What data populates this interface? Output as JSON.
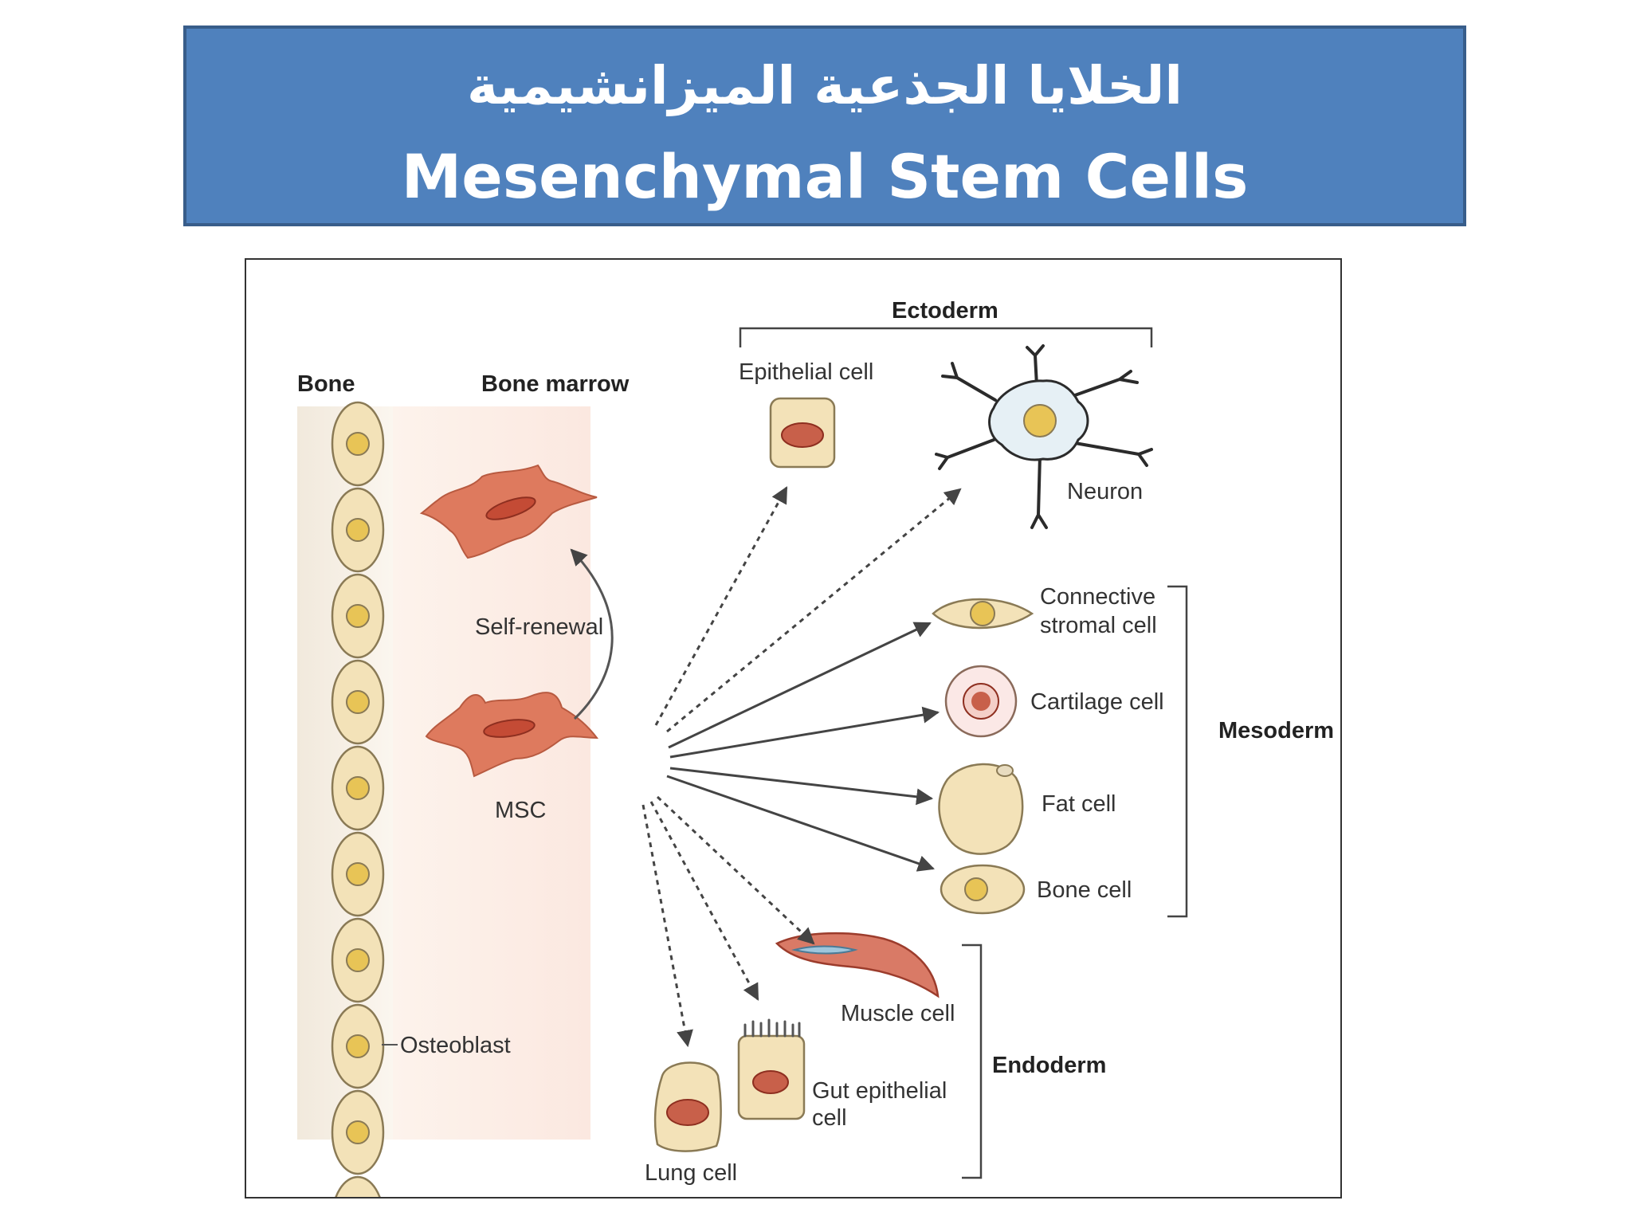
{
  "title": {
    "arabic": "الخلايا الجذعية الميزانشيمية",
    "english": "Mesenchymal Stem Cells"
  },
  "diagram": {
    "headers": {
      "bone": "Bone",
      "bone_marrow": "Bone marrow",
      "ectoderm": "Ectoderm",
      "mesoderm": "Mesoderm",
      "endoderm": "Endoderm"
    },
    "labels": {
      "self_renewal": "Self-renewal",
      "msc": "MSC",
      "osteoblast": "Osteoblast",
      "epithelial_cell": "Epithelial cell",
      "neuron": "Neuron",
      "connective_line1": "Connective",
      "connective_line2": "stromal cell",
      "cartilage_cell": "Cartilage cell",
      "fat_cell": "Fat cell",
      "bone_cell": "Bone cell",
      "muscle_cell": "Muscle cell",
      "gut_line1": "Gut epithelial",
      "gut_line2": "cell",
      "lung_cell": "Lung cell"
    },
    "colors": {
      "cell_fill": "#f3e2b8",
      "cell_stroke": "#8a7a55",
      "nucleus_yellow": "#e8c456",
      "msc_fill": "#de7a5e",
      "msc_nucleus": "#c44b35",
      "neuron_fill": "#e6f0f5",
      "arrow": "#444444"
    }
  }
}
